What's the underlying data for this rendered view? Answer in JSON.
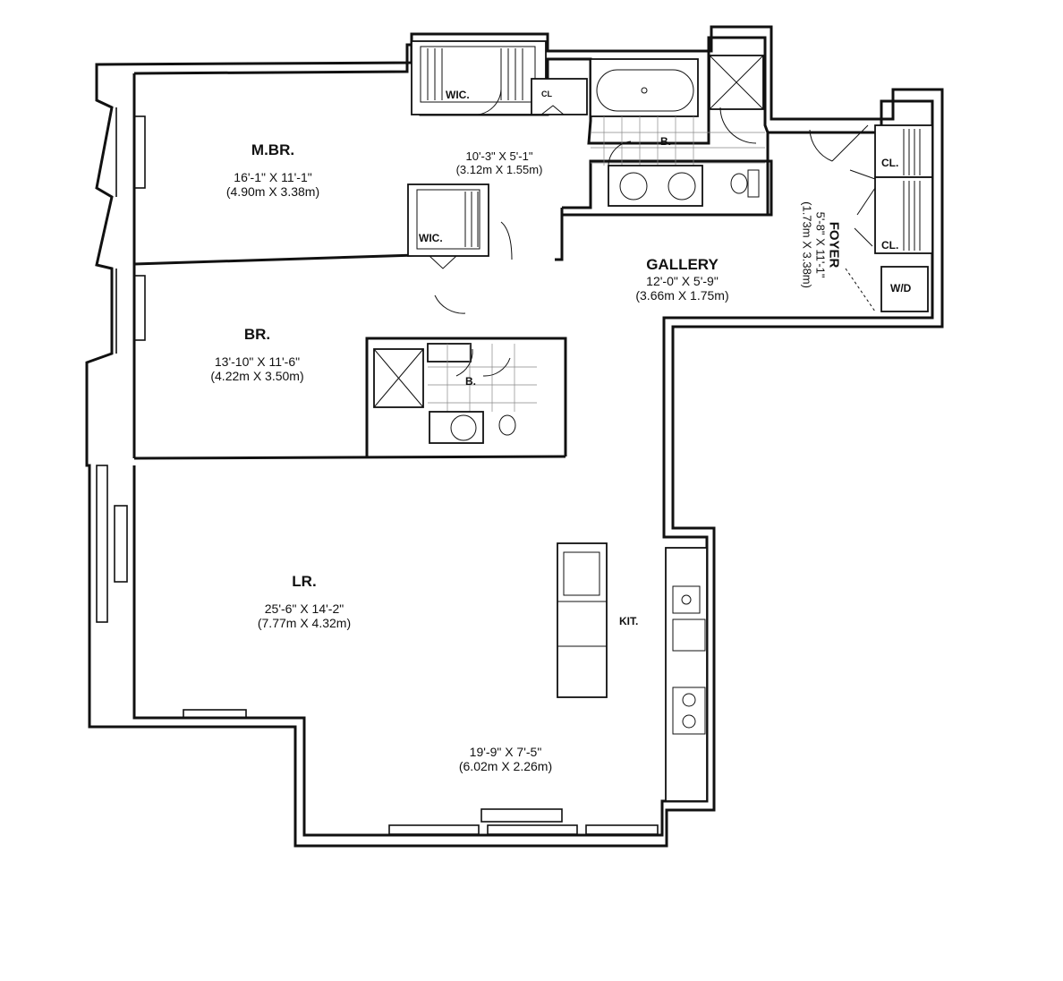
{
  "rooms": {
    "mbr": {
      "name": "M.BR.",
      "dim_ft": "16'-1\" X 11'-1\"",
      "dim_m": "(4.90m X 3.38m)"
    },
    "br": {
      "name": "BR.",
      "dim_ft": "13'-10\" X 11'-6\"",
      "dim_m": "(4.22m X 3.50m)"
    },
    "lr": {
      "name": "LR.",
      "dim_ft": "25'-6\" X 14'-2\"",
      "dim_m": "(7.77m X 4.32m)"
    },
    "dining": {
      "dim_ft": "19'-9\" X 7'-5\"",
      "dim_m": "(6.02m X 2.26m)"
    },
    "gallery": {
      "name": "GALLERY",
      "dim_ft": "12'-0\" X 5'-9\"",
      "dim_m": "(3.66m X 1.75m)"
    },
    "foyer": {
      "name": "FOYER",
      "dim_ft": "5'-8\" X 11'-1\"",
      "dim_m": "(1.73m X 3.38m)"
    },
    "master_bath": {
      "name": "B.",
      "dim_ft": "10'-3\" X 5'-1\"",
      "dim_m": "(3.12m X 1.55m)"
    },
    "bath2": {
      "name": "B."
    },
    "wic1": {
      "name": "WIC."
    },
    "wic2": {
      "name": "WIC."
    },
    "kit": {
      "name": "KIT."
    },
    "cl1": {
      "name": "CL."
    },
    "cl2": {
      "name": "CL."
    },
    "wd": {
      "name": "W/D"
    },
    "cl_small": {
      "name": "CL"
    }
  }
}
